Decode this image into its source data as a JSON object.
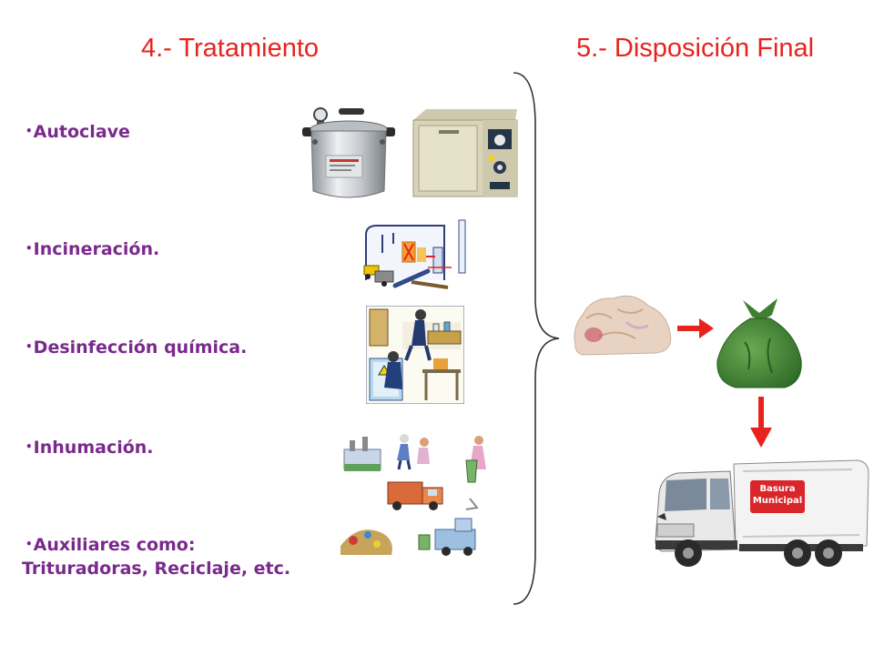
{
  "headings": {
    "treatment": "4.- Tratamiento",
    "disposal": "5.- Disposición Final"
  },
  "bullet_symbol": "•",
  "treatment_items": [
    {
      "label": "Autoclave"
    },
    {
      "label": "Incineración."
    },
    {
      "label": "Desinfección química."
    },
    {
      "label": "Inhumación."
    },
    {
      "label": "Auxiliares como:",
      "label_line2": "Trituradoras, Reciclaje, etc."
    }
  ],
  "truck_sign": {
    "line1": "Basura",
    "line2": "Municipal"
  },
  "colors": {
    "heading": "#e8231e",
    "bullet_text": "#7a2a8c",
    "arrow": "#e8231e",
    "bag": "#4f8f3a",
    "sign": "#d8262a"
  }
}
